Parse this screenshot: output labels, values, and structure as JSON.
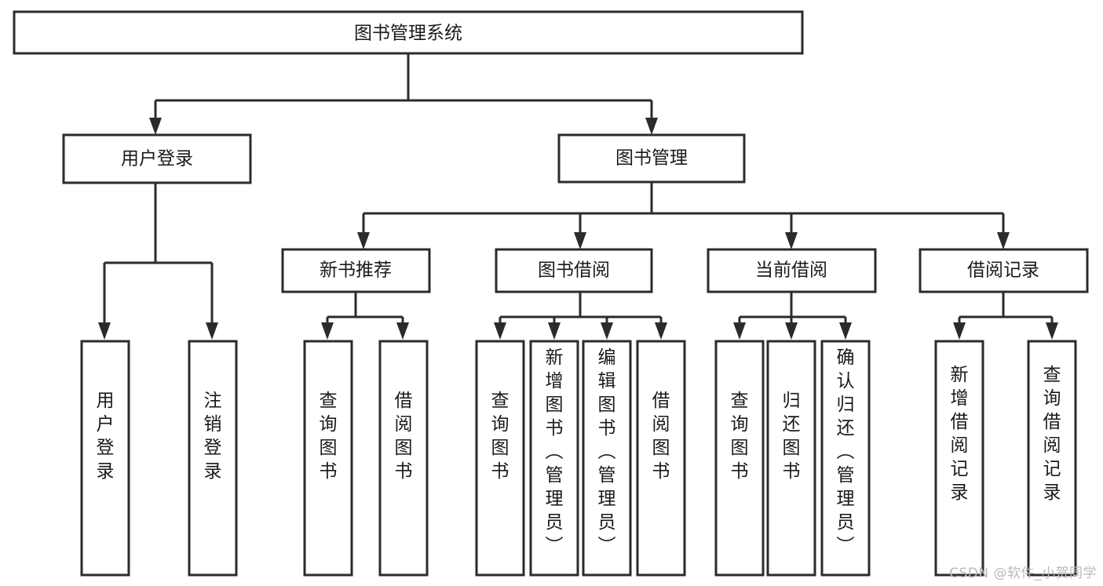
{
  "diagram": {
    "title": "图书管理系统",
    "type": "tree-hierarchy-diagram",
    "watermark": "CSDN @软件_小贺同学",
    "colors": {
      "stroke": "#2b2b2b",
      "fill": "#ffffff",
      "text": "#1a1a1a",
      "watermark": "#b9b9b9"
    },
    "root": {
      "label": "图书管理系统"
    },
    "level2": [
      {
        "id": "user-login",
        "label": "用户登录"
      },
      {
        "id": "book-management",
        "label": "图书管理"
      }
    ],
    "level3": [
      {
        "id": "new-book-recommend",
        "label": "新书推荐",
        "parent": "book-management"
      },
      {
        "id": "book-borrow",
        "label": "图书借阅",
        "parent": "book-management"
      },
      {
        "id": "current-borrow",
        "label": "当前借阅",
        "parent": "book-management"
      },
      {
        "id": "borrow-record",
        "label": "借阅记录",
        "parent": "book-management"
      }
    ],
    "leaves": [
      {
        "id": "leaf-user-login",
        "label": "用户登录",
        "parent": "user-login"
      },
      {
        "id": "leaf-logout-login",
        "label": "注销登录",
        "parent": "user-login"
      },
      {
        "id": "leaf-query-book-1",
        "label": "查询图书",
        "parent": "new-book-recommend"
      },
      {
        "id": "leaf-borrow-book-1",
        "label": "借阅图书",
        "parent": "new-book-recommend"
      },
      {
        "id": "leaf-query-book-2",
        "label": "查询图书",
        "parent": "book-borrow"
      },
      {
        "id": "leaf-add-book",
        "label": "新增图书（管理员）",
        "parent": "book-borrow"
      },
      {
        "id": "leaf-edit-book",
        "label": "编辑图书（管理员）",
        "parent": "book-borrow"
      },
      {
        "id": "leaf-borrow-book-2",
        "label": "借阅图书",
        "parent": "book-borrow"
      },
      {
        "id": "leaf-query-book-3",
        "label": "查询图书",
        "parent": "current-borrow"
      },
      {
        "id": "leaf-return-book",
        "label": "归还图书",
        "parent": "current-borrow"
      },
      {
        "id": "leaf-confirm-return",
        "label": "确认归还（管理员）",
        "parent": "current-borrow"
      },
      {
        "id": "leaf-add-record",
        "label": "新增借阅记录",
        "parent": "borrow-record"
      },
      {
        "id": "leaf-query-record",
        "label": "查询借阅记录",
        "parent": "borrow-record"
      }
    ]
  }
}
